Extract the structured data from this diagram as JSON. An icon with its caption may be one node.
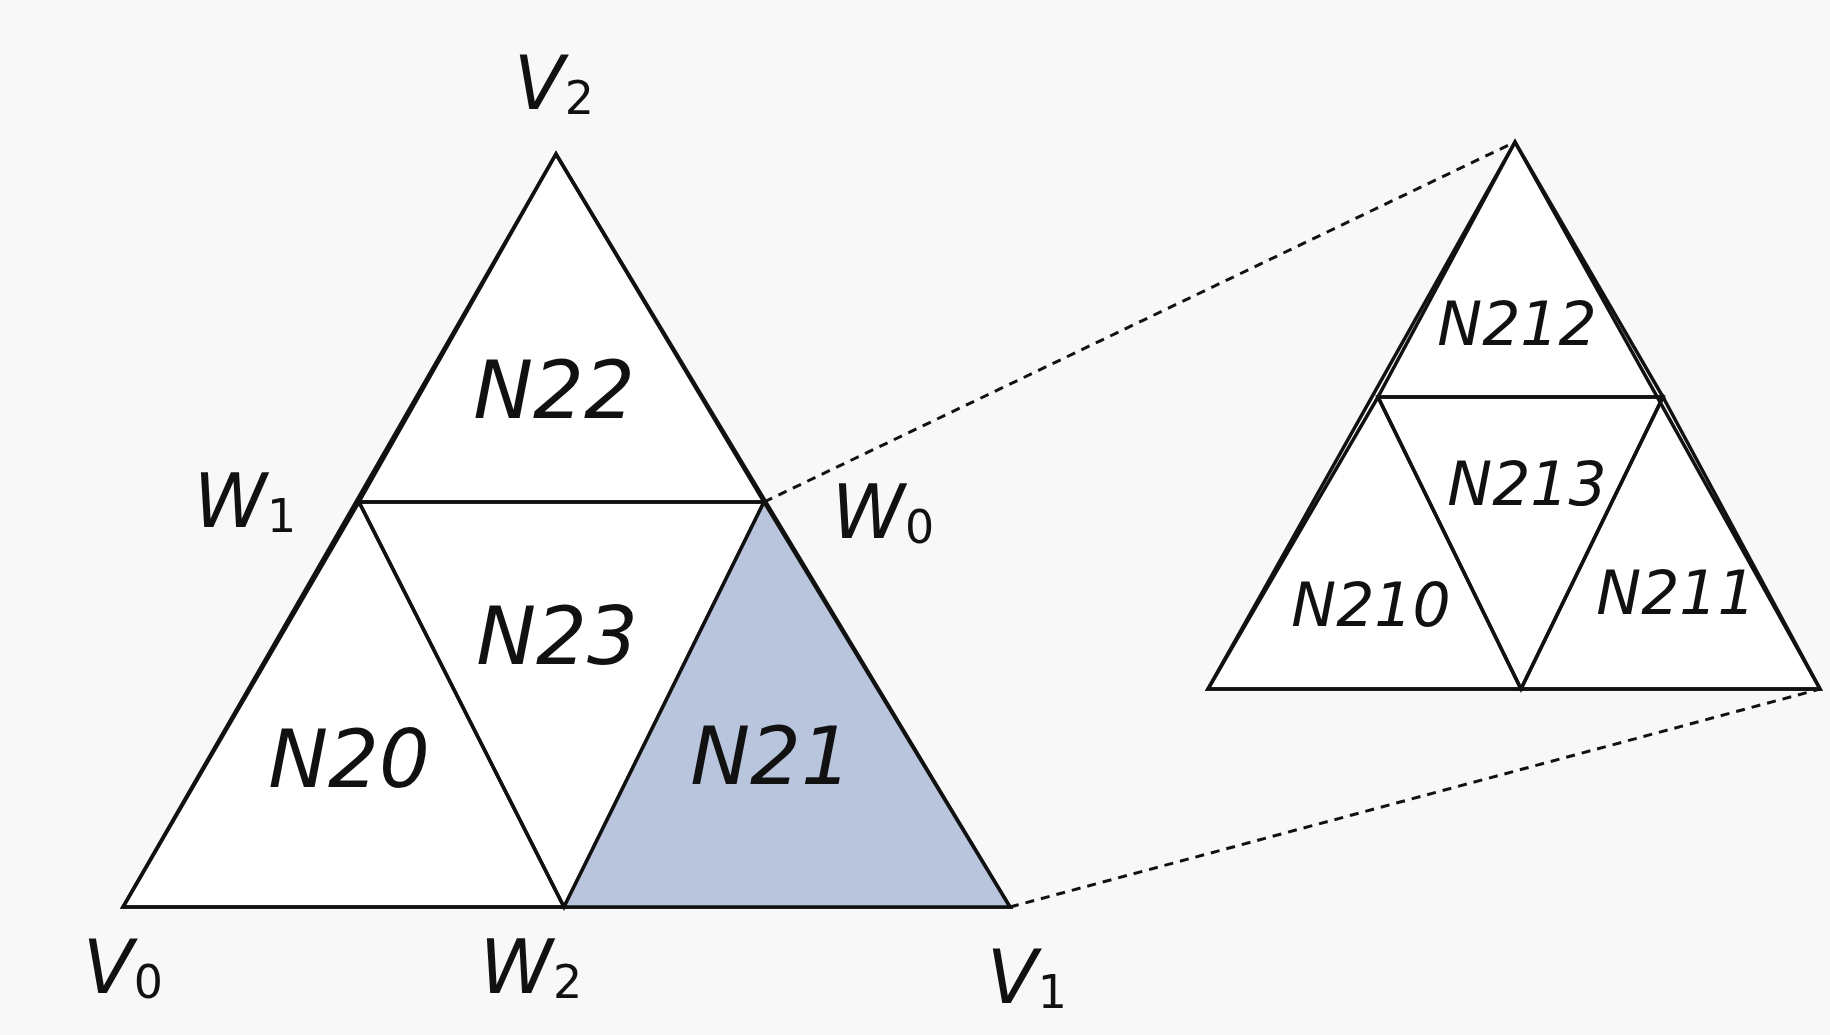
{
  "diagram": {
    "nodes": [
      {
        "text": [],
        "shape": "triangle"
      },
      {
        "text": [
          "N22"
        ],
        "in": 0
      },
      {
        "text": [
          "N20"
        ],
        "in": 0
      },
      {
        "text": [
          "N23"
        ],
        "in": 0
      },
      {
        "text": [
          "N21"
        ],
        "in": 0
      },
      {
        "text": [],
        "shape": "triangle"
      },
      {
        "text": [
          "N212"
        ],
        "in": 5
      },
      {
        "text": [
          "N210"
        ],
        "in": 5
      },
      {
        "text": [
          "N213"
        ],
        "in": 5
      },
      {
        "text": [
          "N211"
        ],
        "in": 5
      }
    ],
    "edges": [
      {
        "from": 4,
        "to": 5,
        "arrow": "none",
        "style": "dashed"
      },
      {
        "from": 4,
        "to": 5,
        "arrow": "none",
        "style": "dashed"
      }
    ],
    "labels": [
      "V$_{2}$",
      "W$_{1}$",
      "W$_{0}$",
      "V$_{0}$",
      "W$_{2}$",
      "V$_{1}$"
    ]
  }
}
